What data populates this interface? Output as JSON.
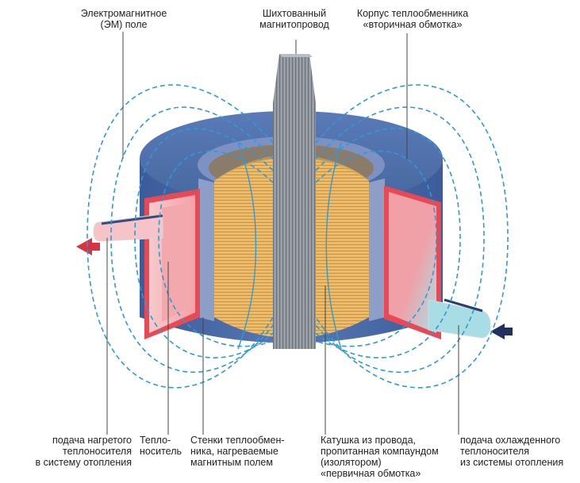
{
  "labels": {
    "em_field": [
      "Электромагнитное",
      "(ЭМ) поле"
    ],
    "core": [
      "Шихтованный",
      "магнитопровод"
    ],
    "housing": [
      "Корпус теплообменника",
      "«вторичная обмотка»"
    ],
    "hot_supply": [
      "подача нагретого",
      "теплоносителя",
      "в систему отопления"
    ],
    "coolant": [
      "Тепло-",
      "носитель"
    ],
    "walls": [
      "Стенки теплообмен-",
      "ника, нагреваемые",
      "магнитным полем"
    ],
    "coil": [
      "Катушка из провода,",
      "пропитанная компаундом",
      "(изолятором)",
      "«первичная обмотка»"
    ],
    "cold_supply": [
      "подача охлажденного",
      "теплоносителя",
      "из системы отопления"
    ]
  },
  "colors": {
    "housing_blue": "#4a6aa8",
    "housing_dark": "#3a5590",
    "coil_gold": "#e6b865",
    "coil_dark": "#c89440",
    "core_gray": "#8a8f96",
    "hot_red": "#d8333f",
    "hot_fill": "#f2a3a8",
    "cold_blue": "#a9dde6",
    "field_line": "#2e9ad6",
    "leader": "#444444"
  },
  "icons": {
    "arrow_out": "arrow-left-icon",
    "arrow_in": "arrow-left-icon"
  }
}
